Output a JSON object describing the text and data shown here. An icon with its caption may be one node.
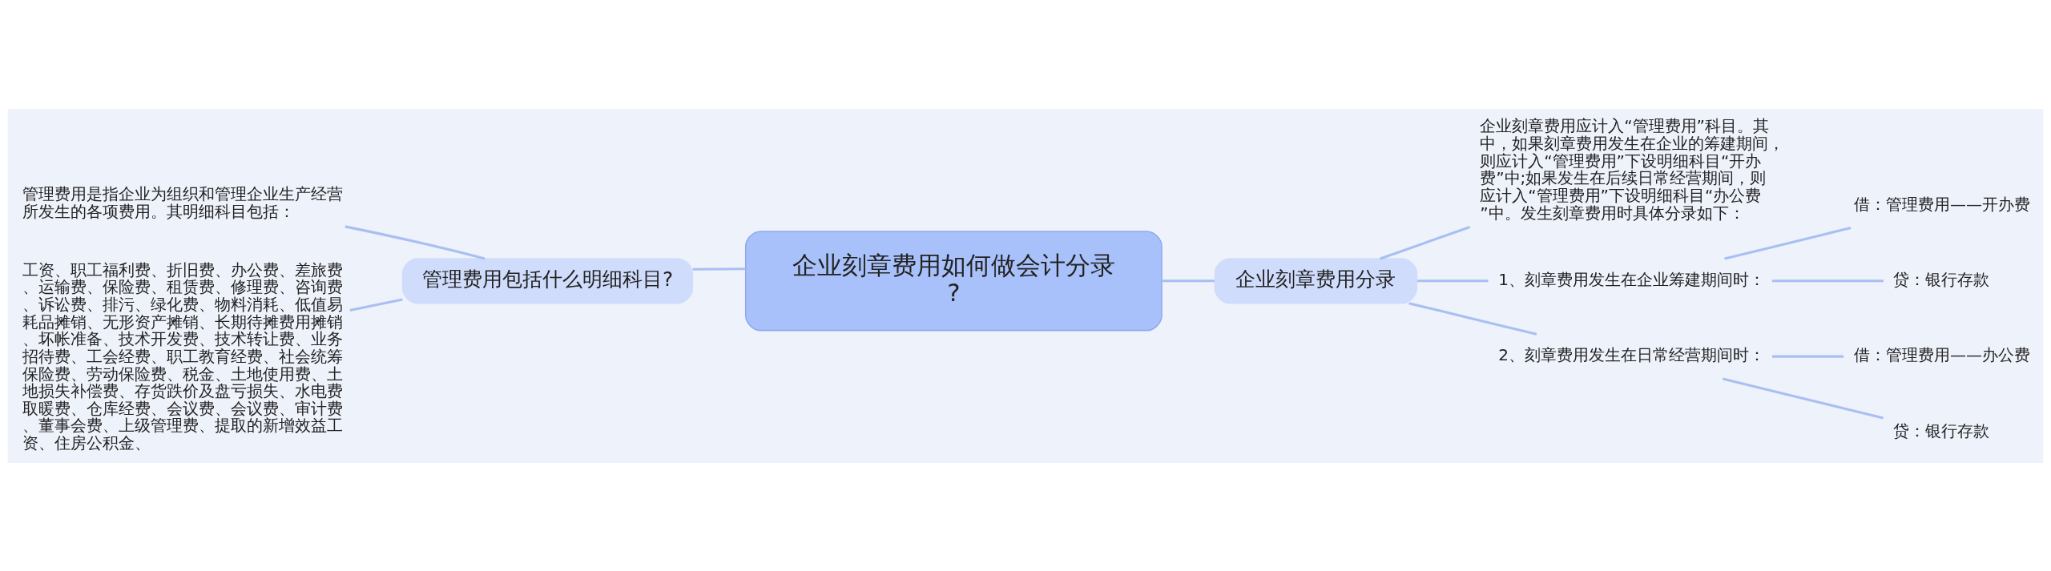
{
  "diagram": {
    "nodes": [
      {
        "text": [
          "企业刻章费用如何做会计分录?"
        ]
      },
      {
        "text": [
          "管理费用包括什么明细科目?"
        ]
      },
      {
        "text": [
          "管理费用是指企业为组织和管理企业生产经营所发生的各项费用。其明细科目包括："
        ]
      },
      {
        "text": [
          "工资、职工福利费、折旧费、办公费、差旅费、运输费、保险费、租赁费、修理费、咨询费、诉讼费、排污、绿化费、物料消耗、低值易耗品摊销、无形资产摊销、长期待摊费用摊销、坏帐准备、技术开发费、技术转让费、业务招待费、工会经费、职工教育经费、社会统筹保险费、劳动保险费、税金、土地使用费、土地损失补偿费、存货跌价及盘亏损失、水电费取暖费、仓库经费、会议费、会议费、审计费、董事会费、上级管理费、提取的新增效益工资、住房公积金、"
        ]
      },
      {
        "text": [
          "企业刻章费用分录"
        ]
      },
      {
        "text": [
          "企业刻章费用应计入“管理费用”科目。其中，如果刻章费用发生在企业的筹建期间，则应计入“管理费用”下设明细科目“开办费”中;如果发生在后续日常经营期间，则应计入“管理费用”下设明细科目“办公费”中。发生刻章费用时具体分录如下："
        ]
      },
      {
        "text": [
          "1、刻章费用发生在企业筹建期间时："
        ]
      },
      {
        "text": [
          "借：管理费用——开办费"
        ]
      },
      {
        "text": [
          "贷：银行存款"
        ]
      },
      {
        "text": [
          "2、刻章费用发生在日常经营期间时："
        ]
      },
      {
        "text": [
          "借：管理费用——办公费"
        ]
      },
      {
        "text": [
          "贷：银行存款"
        ]
      }
    ],
    "edges": [
      {
        "from": 0,
        "to": 1,
        "arrow": "none"
      },
      {
        "from": 1,
        "to": 2,
        "arrow": "none"
      },
      {
        "from": 1,
        "to": 3,
        "arrow": "none"
      },
      {
        "from": 0,
        "to": 4,
        "arrow": "none"
      },
      {
        "from": 4,
        "to": 5,
        "arrow": "none"
      },
      {
        "from": 4,
        "to": 6,
        "arrow": "none"
      },
      {
        "from": 4,
        "to": 9,
        "arrow": "none"
      },
      {
        "from": 6,
        "to": 7,
        "arrow": "none"
      },
      {
        "from": 6,
        "to": 8,
        "arrow": "none"
      },
      {
        "from": 9,
        "to": 10,
        "arrow": "none"
      },
      {
        "from": 9,
        "to": 11,
        "arrow": "none"
      }
    ]
  }
}
